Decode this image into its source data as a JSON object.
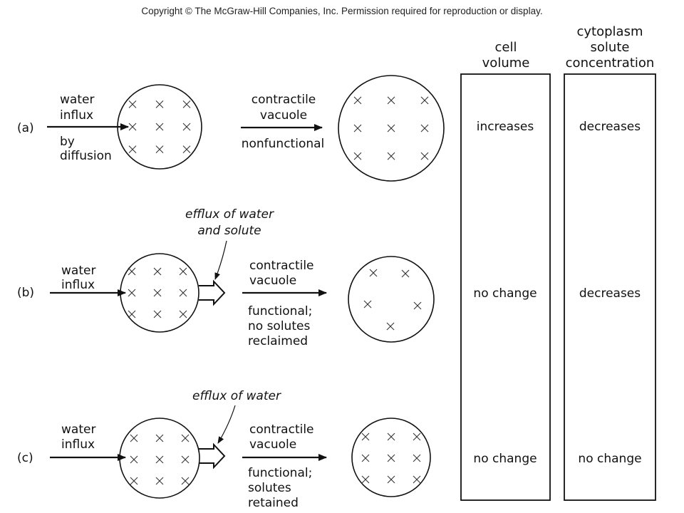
{
  "copyright": "Copyright © The McGraw-Hill Companies, Inc. Permission required for reproduction or display.",
  "columns": {
    "cell_volume": [
      "cell",
      "volume"
    ],
    "solute_concentration": [
      "cytoplasm",
      "solute",
      "concentration"
    ]
  },
  "rows": [
    {
      "id": "a",
      "label": "(a)",
      "influx_text": [
        "water",
        "influx"
      ],
      "influx_subtext": [
        "by",
        "diffusion"
      ],
      "efflux_callout": [],
      "vacuole_text": [
        "contractile",
        "vacuole"
      ],
      "status_text": [
        "nonfunctional"
      ],
      "cell_volume": "increases",
      "solute_concentration": "decreases",
      "solutes_before": 9,
      "solutes_after": 9
    },
    {
      "id": "b",
      "label": "(b)",
      "influx_text": [
        "water",
        "influx"
      ],
      "influx_subtext": [],
      "efflux_callout": [
        "efflux of water",
        "and solute"
      ],
      "vacuole_text": [
        "contractile",
        "vacuole"
      ],
      "status_text": [
        "functional;",
        "no solutes",
        "reclaimed"
      ],
      "cell_volume": "no change",
      "solute_concentration": "decreases",
      "solutes_before": 9,
      "solutes_after": 5
    },
    {
      "id": "c",
      "label": "(c)",
      "influx_text": [
        "water",
        "influx"
      ],
      "influx_subtext": [],
      "efflux_callout": [
        "efflux of water"
      ],
      "vacuole_text": [
        "contractile",
        "vacuole"
      ],
      "status_text": [
        "functional;",
        "solutes",
        "retained"
      ],
      "cell_volume": "no change",
      "solute_concentration": "no change",
      "solutes_before": 9,
      "solutes_after": 9
    }
  ]
}
